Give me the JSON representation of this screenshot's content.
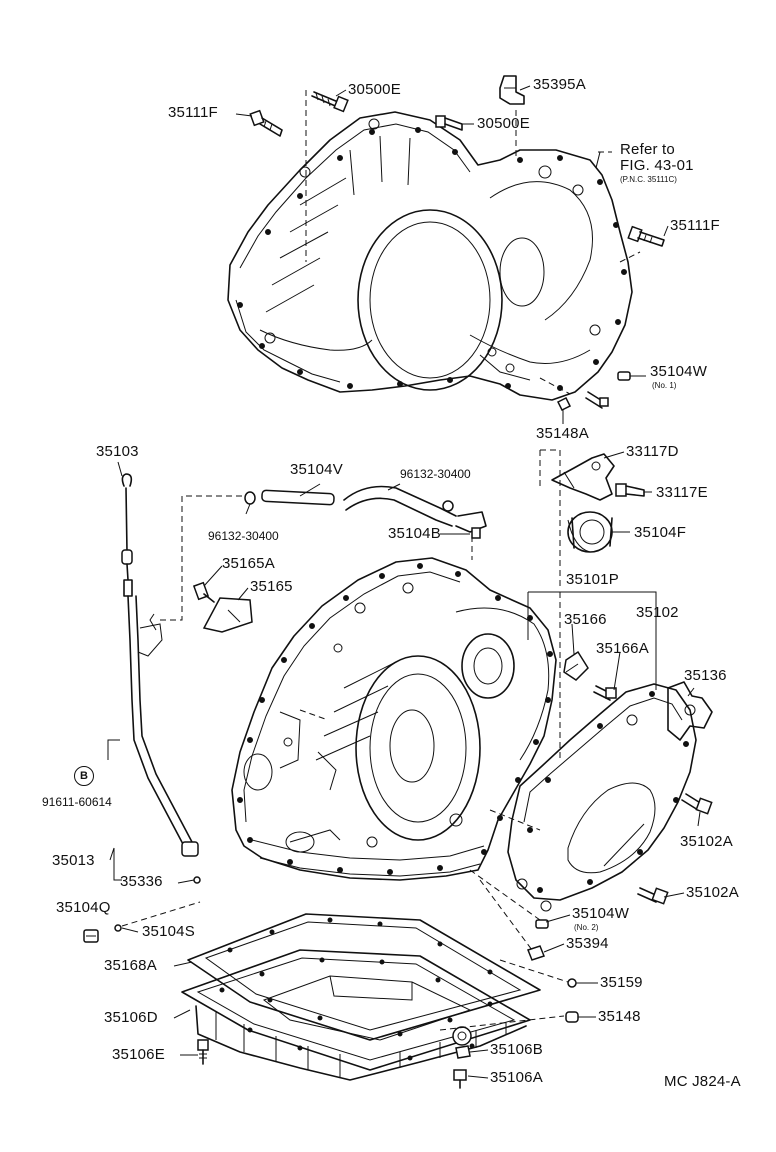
{
  "title_code": "MC J824-A",
  "reference": {
    "line1": "Refer to",
    "line2": "FIG. 43-01",
    "line3": "(P.N.C. 35111C)"
  },
  "bolt_circle": {
    "letter": "B",
    "part": "91611-60614"
  },
  "labels": {
    "p30500E_a": "30500E",
    "p30500E_b": "30500E",
    "p35395A": "35395A",
    "p35111F_a": "35111F",
    "p35111F_b": "35111F",
    "p35104W_1": "35104W",
    "p35104W_1_note": "(No. 1)",
    "p35148A": "35148A",
    "p35103": "35103",
    "p35104V": "35104V",
    "p96132_a": "96132-30400",
    "p96132_b": "96132-30400",
    "p35104B": "35104B",
    "p33117D": "33117D",
    "p33117E": "33117E",
    "p35104F": "35104F",
    "p35165A": "35165A",
    "p35165": "35165",
    "p35101P": "35101P",
    "p35166": "35166",
    "p35102": "35102",
    "p35166A": "35166A",
    "p35136": "35136",
    "p35102A_a": "35102A",
    "p35102A_b": "35102A",
    "p35013": "35013",
    "p35336": "35336",
    "p35104Q": "35104Q",
    "p35104S": "35104S",
    "p35104W_2": "35104W",
    "p35104W_2_note": "(No. 2)",
    "p35394": "35394",
    "p35168A": "35168A",
    "p35159": "35159",
    "p35106D": "35106D",
    "p35148": "35148",
    "p35106E": "35106E",
    "p35106B": "35106B",
    "p35106A": "35106A"
  }
}
